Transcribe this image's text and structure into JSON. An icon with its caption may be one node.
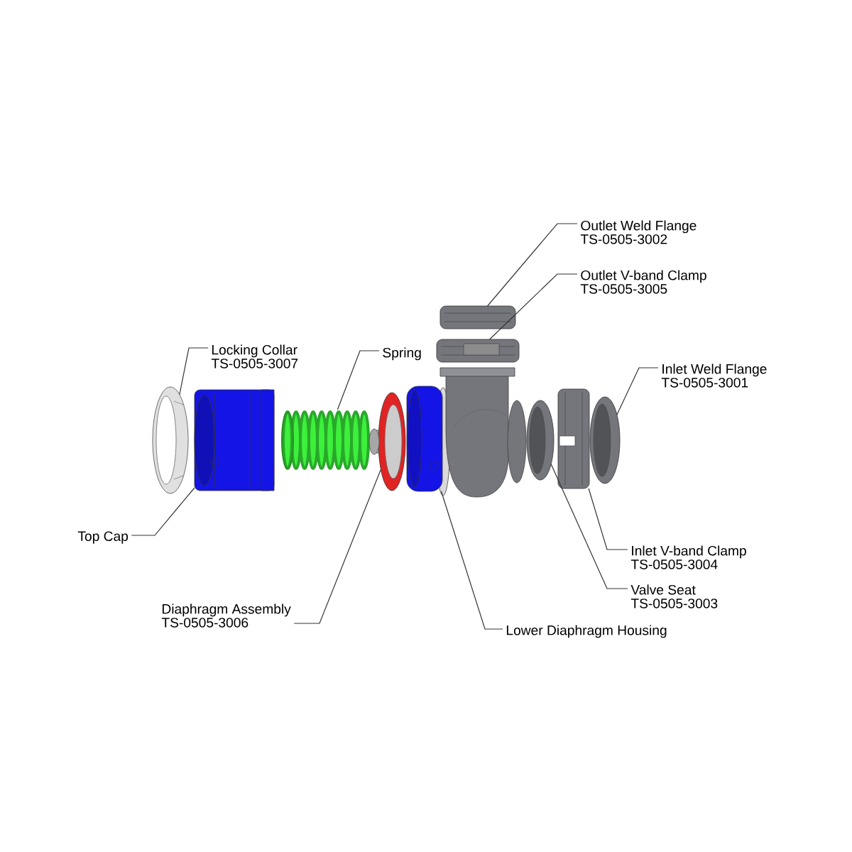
{
  "diagram": {
    "nodes": [
      {
        "text": [
          "Outlet Weld Flange",
          "TS-0505-3002"
        ]
      },
      {
        "text": [
          "Outlet V-band Clamp",
          "TS-0505-3005"
        ]
      },
      {
        "text": [
          "Locking Collar",
          "TS-0505-3007"
        ]
      },
      {
        "text": [
          "Spring"
        ]
      },
      {
        "text": [
          "Inlet Weld Flange",
          "TS-0505-3001"
        ]
      },
      {
        "text": [
          "Top Cap"
        ]
      },
      {
        "text": [
          "Inlet V-band Clamp",
          "TS-0505-3004"
        ]
      },
      {
        "text": [
          "Valve Seat",
          "TS-0505-3003"
        ]
      },
      {
        "text": [
          "Diaphragm Assembly",
          "TS-0505-3006"
        ]
      },
      {
        "text": [
          "Lower Diaphragm Housing"
        ]
      },
      {
        "text": [],
        "shape": "picture"
      },
      {
        "text": [],
        "shape": "picture"
      },
      {
        "text": [],
        "shape": "picture"
      },
      {
        "text": [],
        "shape": "picture"
      },
      {
        "text": [],
        "shape": "picture"
      },
      {
        "text": [],
        "shape": "picture"
      },
      {
        "text": [],
        "shape": "picture"
      },
      {
        "text": [],
        "shape": "picture"
      },
      {
        "text": [],
        "shape": "picture"
      },
      {
        "text": [],
        "shape": "picture"
      }
    ],
    "edges": [
      {
        "from": 0,
        "to": 15,
        "arrow": "none"
      },
      {
        "from": 1,
        "to": 16,
        "arrow": "none"
      },
      {
        "from": 2,
        "to": 10,
        "arrow": "none"
      },
      {
        "from": 3,
        "to": 12,
        "arrow": "none"
      },
      {
        "from": 4,
        "to": 19,
        "arrow": "none"
      },
      {
        "from": 5,
        "to": 11,
        "arrow": "none"
      },
      {
        "from": 6,
        "to": 18,
        "arrow": "none"
      },
      {
        "from": 7,
        "to": 17,
        "arrow": "none"
      },
      {
        "from": 8,
        "to": 13,
        "arrow": "none"
      },
      {
        "from": 9,
        "to": 14,
        "arrow": "none"
      }
    ]
  }
}
